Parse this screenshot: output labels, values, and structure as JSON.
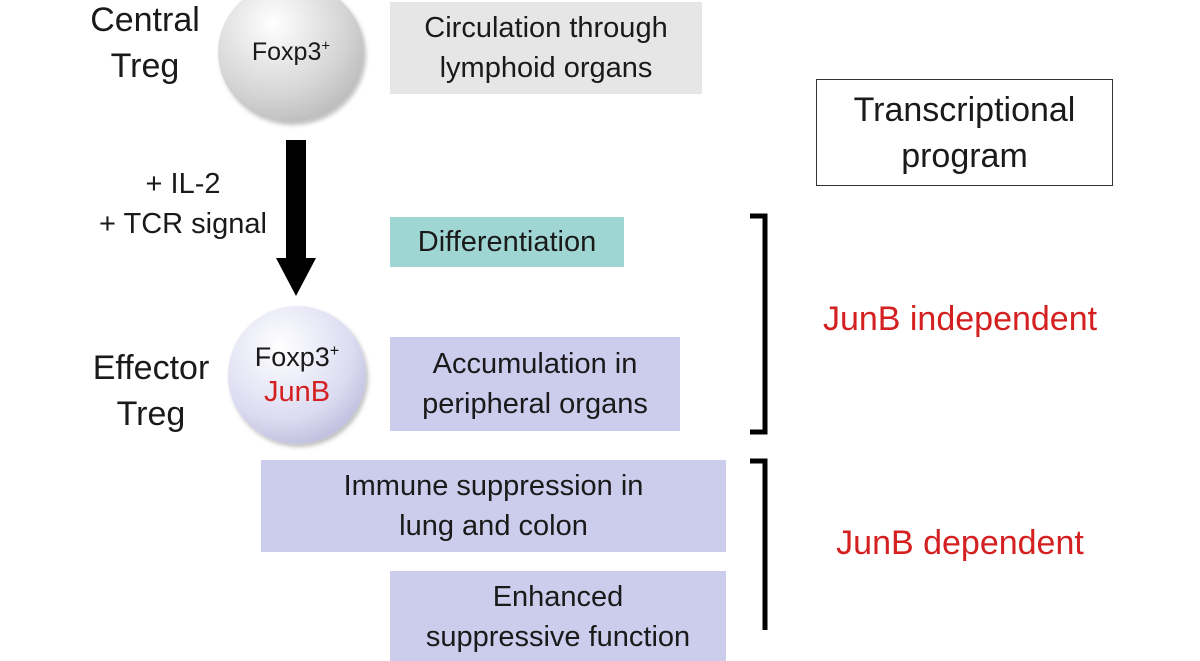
{
  "central": {
    "label": [
      "Central",
      "Treg"
    ],
    "circle_marker": "Foxp3",
    "circle_sup": "+"
  },
  "signals": [
    "+ IL-2",
    "+ TCR signal"
  ],
  "effector": {
    "label": [
      "Effector",
      "Treg"
    ],
    "circle_marker": "Foxp3",
    "circle_sup": "+",
    "circle_extra": "JunB"
  },
  "boxes": {
    "circulation": [
      "Circulation through",
      "lymphoid organs"
    ],
    "differentiation": "Differentiation",
    "accumulation": [
      "Accumulation in",
      "peripheral organs"
    ],
    "immune": [
      "Immune suppression in",
      "lung and colon"
    ],
    "enhanced": [
      "Enhanced",
      "suppressive function"
    ]
  },
  "program": [
    "Transcriptional",
    "program"
  ],
  "groups": {
    "independent": "JunB independent",
    "dependent": "JunB dependent"
  },
  "colors": {
    "gray_box": "#e6e6e6",
    "teal_box": "#9fd6d4",
    "lavender_box": "#ccccec",
    "red_text": "#d42020",
    "arrow": "#000000"
  }
}
